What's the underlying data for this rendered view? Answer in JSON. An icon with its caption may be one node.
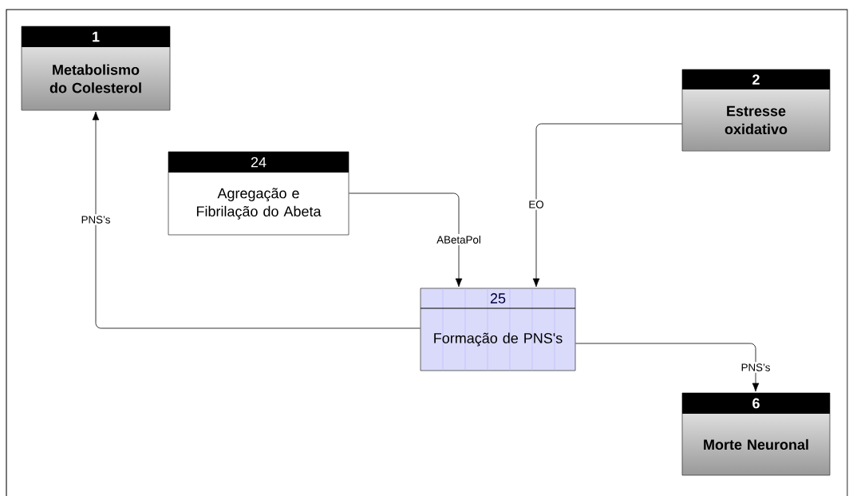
{
  "diagram": {
    "nodes": [
      {
        "text": [
          "1",
          "Metabolismo do Colesterol"
        ]
      },
      {
        "text": [
          "2",
          "Estresse oxidativo"
        ]
      },
      {
        "text": [
          "24",
          "Agregação e Fibrilação do Abeta"
        ]
      },
      {
        "text": [
          "25",
          "Formação de PNS's"
        ]
      },
      {
        "text": [
          "6",
          "Morte Neuronal"
        ]
      }
    ],
    "edges": [
      {
        "from": 3,
        "to": 0,
        "arrow": "to",
        "label": "PNS’s"
      },
      {
        "from": 2,
        "to": 3,
        "arrow": "to",
        "label": "ABetaPol"
      },
      {
        "from": 1,
        "to": 3,
        "arrow": "to",
        "label": "EO"
      },
      {
        "from": 3,
        "to": 4,
        "arrow": "to",
        "label": "PNS’s"
      }
    ]
  }
}
